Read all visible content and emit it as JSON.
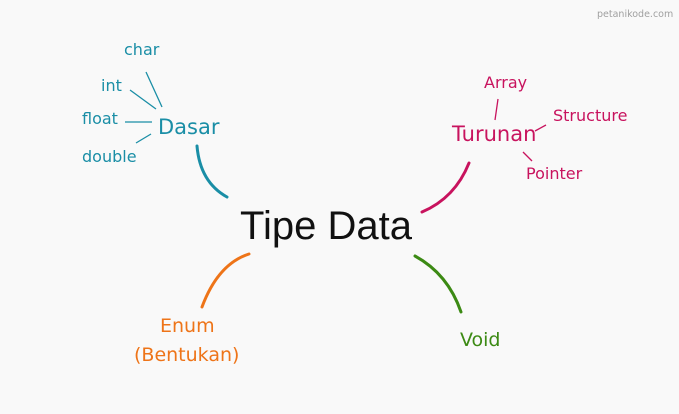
{
  "watermark": "petanikode.com",
  "center": {
    "label": "Tipe Data",
    "color": "#111111"
  },
  "branches": {
    "dasar": {
      "label": "Dasar",
      "color": "#1a8ea6",
      "children": [
        "char",
        "int",
        "float",
        "double"
      ]
    },
    "turunan": {
      "label": "Turunan",
      "color": "#c8135e",
      "children": [
        "Array",
        "Structure",
        "Pointer"
      ]
    },
    "enum": {
      "label_line1": "Enum",
      "label_line2": "(Bentukan)",
      "color": "#ee7418"
    },
    "void": {
      "label": "Void",
      "color": "#3c8a14"
    }
  }
}
